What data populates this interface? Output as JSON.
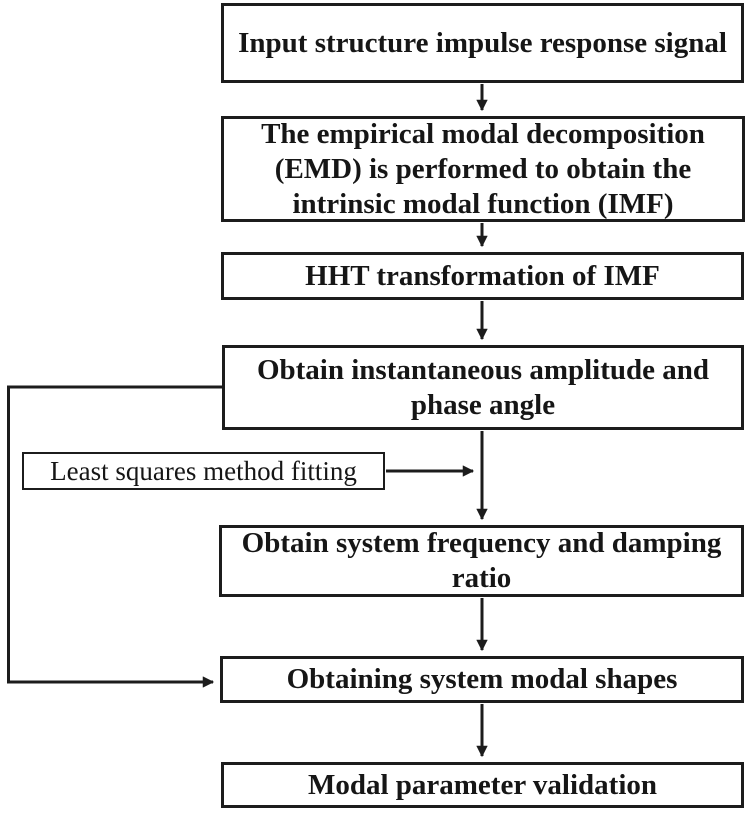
{
  "diagram": {
    "type": "flowchart",
    "nodes": {
      "input": {
        "label": "Input structure impulse response signal"
      },
      "emd": {
        "label": "The empirical modal decomposition\n(EMD) is performed to obtain the\nintrinsic modal function (IMF)"
      },
      "hht": {
        "label": "HHT transformation of IMF"
      },
      "amplitude": {
        "label": "Obtain instantaneous amplitude and\nphase angle"
      },
      "least_squares": {
        "label": "Least squares method fitting"
      },
      "frequency": {
        "label": "Obtain system frequency and damping\nratio"
      },
      "modal_shapes": {
        "label": "Obtaining system modal shapes"
      },
      "validation": {
        "label": "Modal parameter validation"
      }
    },
    "edges": [
      {
        "from": "input",
        "to": "emd"
      },
      {
        "from": "emd",
        "to": "hht"
      },
      {
        "from": "hht",
        "to": "amplitude"
      },
      {
        "from": "amplitude",
        "to": "frequency"
      },
      {
        "from": "least_squares",
        "to": "frequency"
      },
      {
        "from": "frequency",
        "to": "modal_shapes"
      },
      {
        "from": "amplitude",
        "to": "modal_shapes",
        "route": "left-feedback"
      },
      {
        "from": "modal_shapes",
        "to": "validation"
      }
    ],
    "colors": {
      "background": "#ffffff",
      "line": "#1c1c1c",
      "text": "#161616"
    }
  }
}
